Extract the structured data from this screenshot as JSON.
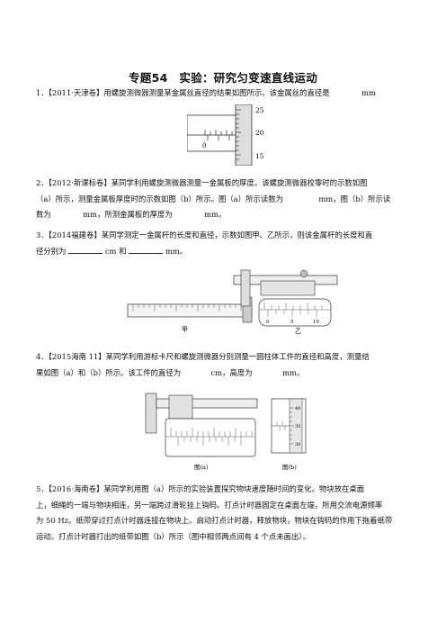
{
  "title": "专题54　实验：研究匀变速直线运动",
  "q1": {
    "text": "1．【2011·天津卷】用螺旋测微器测量某金属丝直径的结果如图所示。该金属丝的直径是",
    "unit": "mm",
    "figure": {
      "scale_labels": [
        "25",
        "20",
        "15"
      ],
      "zero_label": "0"
    }
  },
  "q2": {
    "line1": "2．【2012·新课标卷】某同学利用螺旋测微器测量一金属板的厚度。该螺旋测微器校零时的示数如图",
    "line2": "（a）所示，测量金属板厚度时的示数如图（b）所示。图（a）所示读数为",
    "line2_unit": "mm，图（b）所示读",
    "line3_a": "数为",
    "line3_b": "mm，所测金属板的厚度为",
    "line3_c": "mm。"
  },
  "q3": {
    "line1": "3．【2014福建卷】某同学测定一金属杆的长度和直径，示数如图甲、乙所示，则该金属杆的长度和直",
    "line2_a": "径分别为",
    "line2_b": "cm 和",
    "line2_c": "mm。",
    "figure": {
      "label_jia": "甲",
      "label_yi": "乙",
      "marks": [
        "0",
        "5",
        "10"
      ]
    }
  },
  "q4": {
    "line1": "4．【2015海南 11】某同学利用游标卡尺和螺旋测微器分别测量一圆柱体工件的直径和高度，测量结",
    "line2_a": "果如图（a）和（b）所示。该工件的直径为",
    "line2_b": "cm，高度为",
    "line2_c": "mm。",
    "figure": {
      "caption_a": "图(a)",
      "caption_b": "图(b)",
      "micro_labels": [
        "40",
        "35",
        "30"
      ]
    }
  },
  "q5": {
    "line1": "5．【2016·海南卷】某同学利用图（a）所示的实验装置探究物块速度随时间的变化。物块放在桌面",
    "line2": "上，细绳的一端与物块相连，另一端跨过滑轮挂上钩码。打点计时器固定在桌面左端，所用交流电源频率",
    "line3": "为 50 Hz。纸带穿过打点计时器连接在物块上。启动打点计时器，释放物块，物块在钩码的作用下拖着纸带",
    "line4": "运动。打点计时器打出的纸带如图（b）所示（图中相邻两点间有 4 个点未画出）。"
  }
}
